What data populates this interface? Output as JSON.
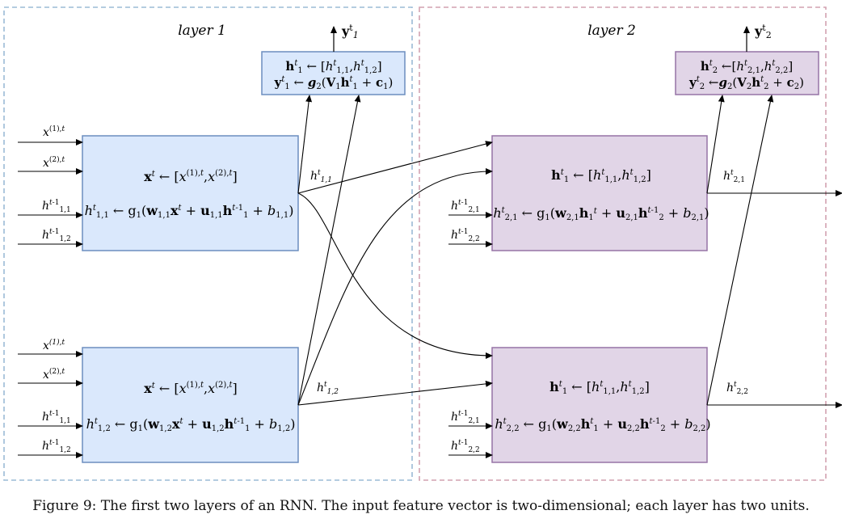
{
  "layers": [
    {
      "title": "layer 1",
      "output": {
        "name": "y",
        "sup": "t",
        "sub": "1"
      }
    },
    {
      "title": "layer 2",
      "output": {
        "name": "y",
        "sup": "t",
        "sub": "2"
      }
    }
  ],
  "colors": {
    "layer1_border": "#9bbbd6",
    "layer2_border": "#d2a2b0",
    "unit1_fill": "#dae8fc",
    "unit1_stroke": "#6c8ebf",
    "unit2_fill": "#e1d5e7",
    "unit2_stroke": "#9673a6"
  },
  "caption": "Figure 9: The first two layers of an RNN. The input feature vector is two-dimensional; each layer has two units."
}
